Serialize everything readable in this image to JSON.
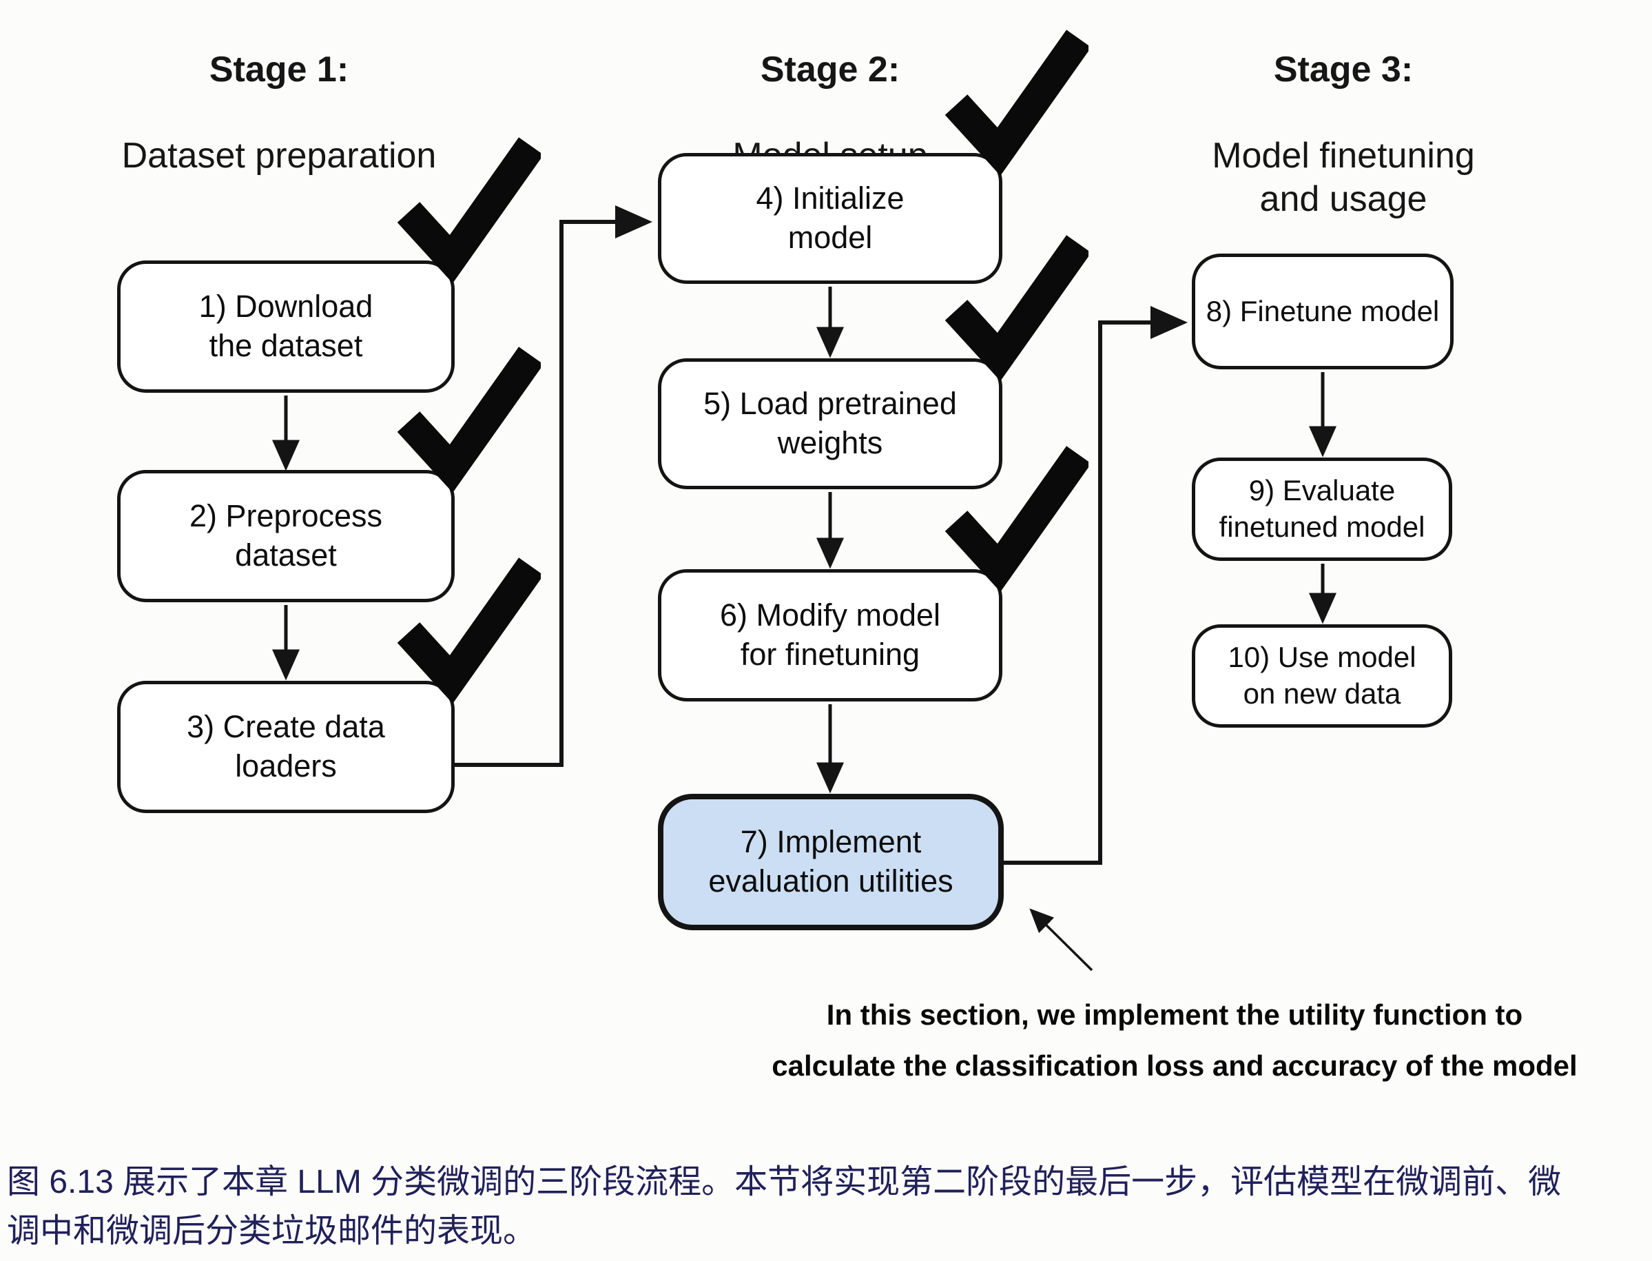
{
  "stages": [
    {
      "title": "Stage 1:",
      "subtitle": "Dataset preparation"
    },
    {
      "title": "Stage 2:",
      "subtitle": "Model setup"
    },
    {
      "title": "Stage 3:",
      "subtitle": "Model finetuning\nand usage"
    }
  ],
  "boxes": [
    {
      "label": "1) Download\nthe dataset",
      "checked": true
    },
    {
      "label": "2) Preprocess\ndataset",
      "checked": true
    },
    {
      "label": "3) Create data\nloaders",
      "checked": true
    },
    {
      "label": "4) Initialize\nmodel",
      "checked": true
    },
    {
      "label": "5) Load pretrained\nweights",
      "checked": true
    },
    {
      "label": "6) Modify model\nfor finetuning",
      "checked": true
    },
    {
      "label": "7) Implement\nevaluation utilities",
      "checked": false,
      "highlighted": true
    },
    {
      "label": "8) Finetune model",
      "checked": false
    },
    {
      "label": "9) Evaluate\nfinetuned model",
      "checked": false
    },
    {
      "label": "10) Use model\non new data",
      "checked": false
    }
  ],
  "annotation": {
    "text": "In this section, we implement the utility function to\ncalculate the classification loss and accuracy of the model"
  },
  "caption": {
    "text": "图 6.13 展示了本章 LLM 分类微调的三阶段流程。本节将实现第二阶段的最后一步，评估模型在微调前、微\n调中和微调后分类垃圾邮件的表现。"
  },
  "icons": {
    "checkmark": "✔",
    "arrow": "→"
  },
  "colors": {
    "highlight_fill": "#cbdef3",
    "box_fill": "#ffffff",
    "line_color": "#141414",
    "caption_color": "#20205a"
  }
}
